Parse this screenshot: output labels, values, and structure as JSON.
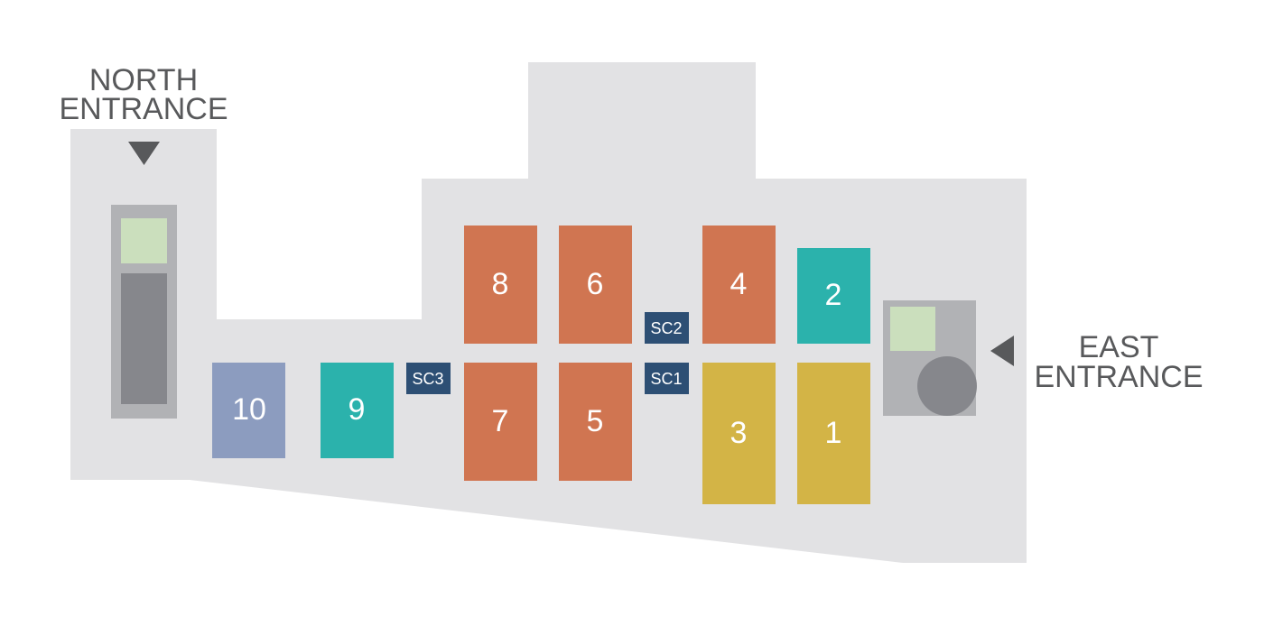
{
  "colors": {
    "floor": "#e2e2e4",
    "booth_orange": "#d07551",
    "booth_teal": "#2bb2ac",
    "booth_yellow": "#d3b446",
    "booth_blue": "#8c9cbf",
    "service_navy": "#2d4f74",
    "facility_gray": "#b1b2b5",
    "facility_dark": "#86878c",
    "facility_green": "#cbdfbd",
    "text_gray": "#58595b",
    "label_white": "#ffffff"
  },
  "entrances": {
    "north": {
      "line1": "NORTH",
      "line2": "ENTRANCE",
      "arrow_icon": "arrow-down-icon"
    },
    "east": {
      "line1": "EAST",
      "line2": "ENTRANCE",
      "arrow_icon": "arrow-left-icon"
    }
  },
  "booths": [
    {
      "label": "1",
      "color": "yellow"
    },
    {
      "label": "2",
      "color": "teal"
    },
    {
      "label": "3",
      "color": "yellow"
    },
    {
      "label": "4",
      "color": "orange"
    },
    {
      "label": "5",
      "color": "orange"
    },
    {
      "label": "6",
      "color": "orange"
    },
    {
      "label": "7",
      "color": "orange"
    },
    {
      "label": "8",
      "color": "orange"
    },
    {
      "label": "9",
      "color": "teal"
    },
    {
      "label": "10",
      "color": "blue"
    }
  ],
  "service_points": [
    {
      "label": "SC1"
    },
    {
      "label": "SC2"
    },
    {
      "label": "SC3"
    }
  ]
}
